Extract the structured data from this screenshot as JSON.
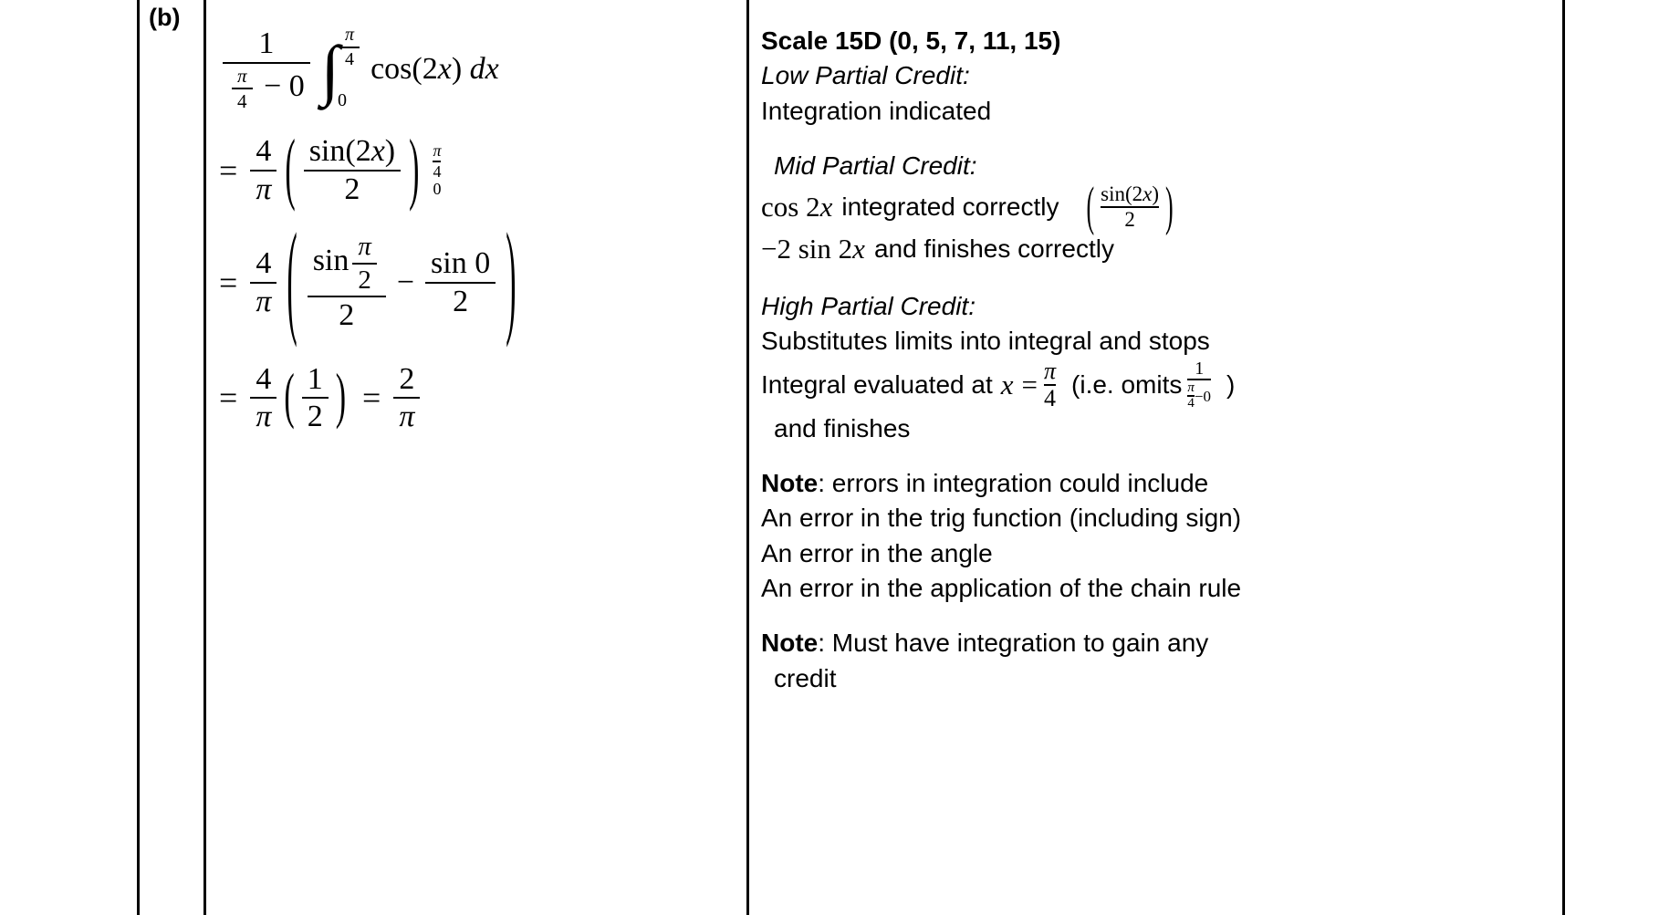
{
  "part": {
    "label": "(b)"
  },
  "work": {
    "line1": {
      "coefficient_numerator": "1",
      "coefficient_denominator_frac_num": "π",
      "coefficient_denominator_frac_den": "4",
      "coefficient_denominator_rest": "− 0",
      "integral_upper_num": "π",
      "integral_upper_den": "4",
      "integral_lower": "0",
      "integrand": "cos(2x) dx"
    },
    "line2": {
      "equals": "=",
      "frac_num": "4",
      "frac_den": "π",
      "inner_num": "sin(2x)",
      "inner_den": "2",
      "limit_upper_num": "π",
      "limit_upper_den": "4",
      "limit_lower": "0"
    },
    "line3": {
      "equals": "=",
      "frac_num": "4",
      "frac_den": "π",
      "term1_num_sin": "sin",
      "term1_num_arg_num": "π",
      "term1_num_arg_den": "2",
      "term1_den": "2",
      "minus": "−",
      "term2_num": "sin 0",
      "term2_den": "2"
    },
    "line4": {
      "equals": "=",
      "frac_num": "4",
      "frac_den": "π",
      "inner_num": "1",
      "inner_den": "2",
      "equals2": "=",
      "result_num": "2",
      "result_den": "π"
    }
  },
  "scheme": {
    "scale": "Scale 15D (0, 5, 7, 11, 15)",
    "low_heading": "Low Partial Credit:",
    "low_line1": "Integration indicated",
    "mid_heading": "Mid Partial Credit:",
    "mid_line1_text": "cos 2x integrated correctly",
    "mid_line1_frac_num": "sin(2x)",
    "mid_line1_frac_den": "2",
    "mid_line2": "−2 sin 2x and finishes correctly",
    "high_heading": "High Partial Credit:",
    "high_line1": "Substitutes limits into integral and stops",
    "high_line2_pre": "Integral evaluated at",
    "high_line2_var": "x",
    "high_line2_eq": "=",
    "high_line2_frac_num": "π",
    "high_line2_frac_den": "4",
    "high_line2_mid": "(i.e. omits",
    "high_line2_omit_num": "1",
    "high_line2_omit_den_frac_num": "π",
    "high_line2_omit_den_frac_den": "4",
    "high_line2_omit_den_rest": "−0",
    "high_line2_close": ")",
    "high_line3": "and finishes",
    "note1_label": "Note",
    "note1_text": ": errors in integration could include",
    "note1_item1": "An error in the trig function (including sign)",
    "note1_item2": "An error in the angle",
    "note1_item3": "An error in the application of the chain rule",
    "note2_label": "Note",
    "note2_text": ":  Must have integration to gain any",
    "note2_line2": "credit"
  }
}
